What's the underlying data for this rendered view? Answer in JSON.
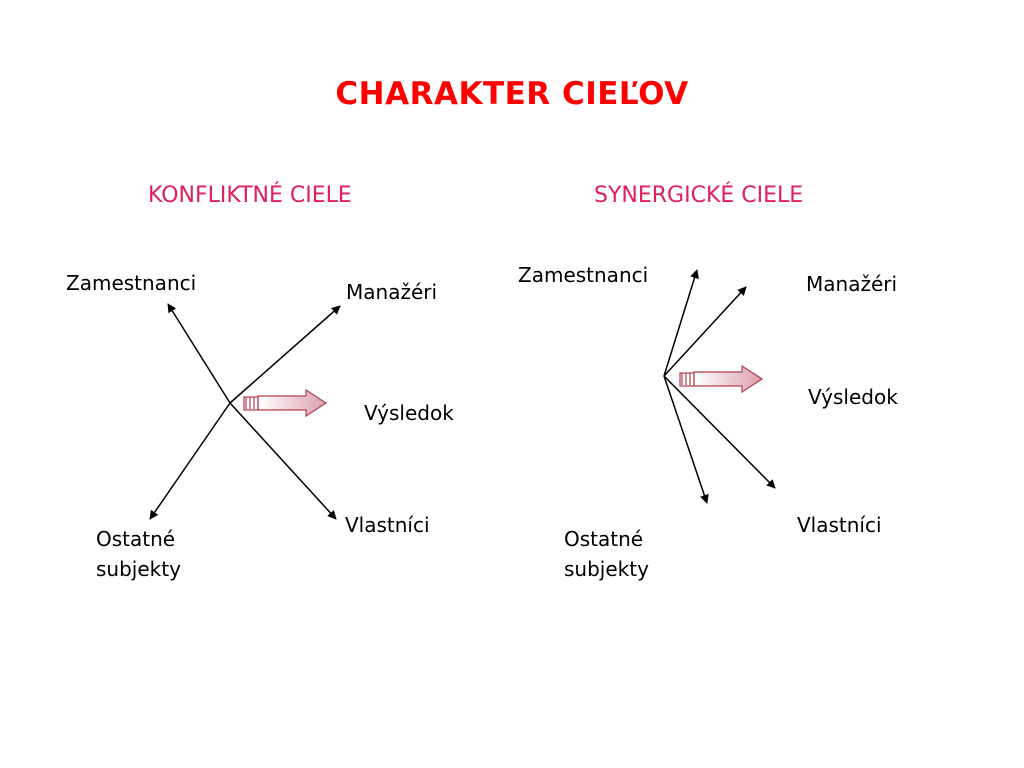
{
  "title": "CHARAKTER CIEĽOV",
  "colors": {
    "title": "#ff0000",
    "subtitle": "#e0205a",
    "lines": "#000000",
    "arrow_fill_start": "#ffffff",
    "arrow_fill_end": "#d9a0ad",
    "arrow_stroke": "#b0404f"
  },
  "left": {
    "heading": "KONFLIKTNÉ CIELE",
    "labels": {
      "employees": "Zamestnanci",
      "managers": "Manažéri",
      "result": "Výsledok",
      "owners": "Vlastníci",
      "others_line1": "Ostatné",
      "others_line2": "subjekty"
    }
  },
  "right": {
    "heading": "SYNERGICKÉ CIELE",
    "labels": {
      "employees": "Zamestnanci",
      "managers": "Manažéri",
      "result": "Výsledok",
      "owners": "Vlastníci",
      "others_line1": "Ostatné",
      "others_line2": "subjekty"
    }
  }
}
